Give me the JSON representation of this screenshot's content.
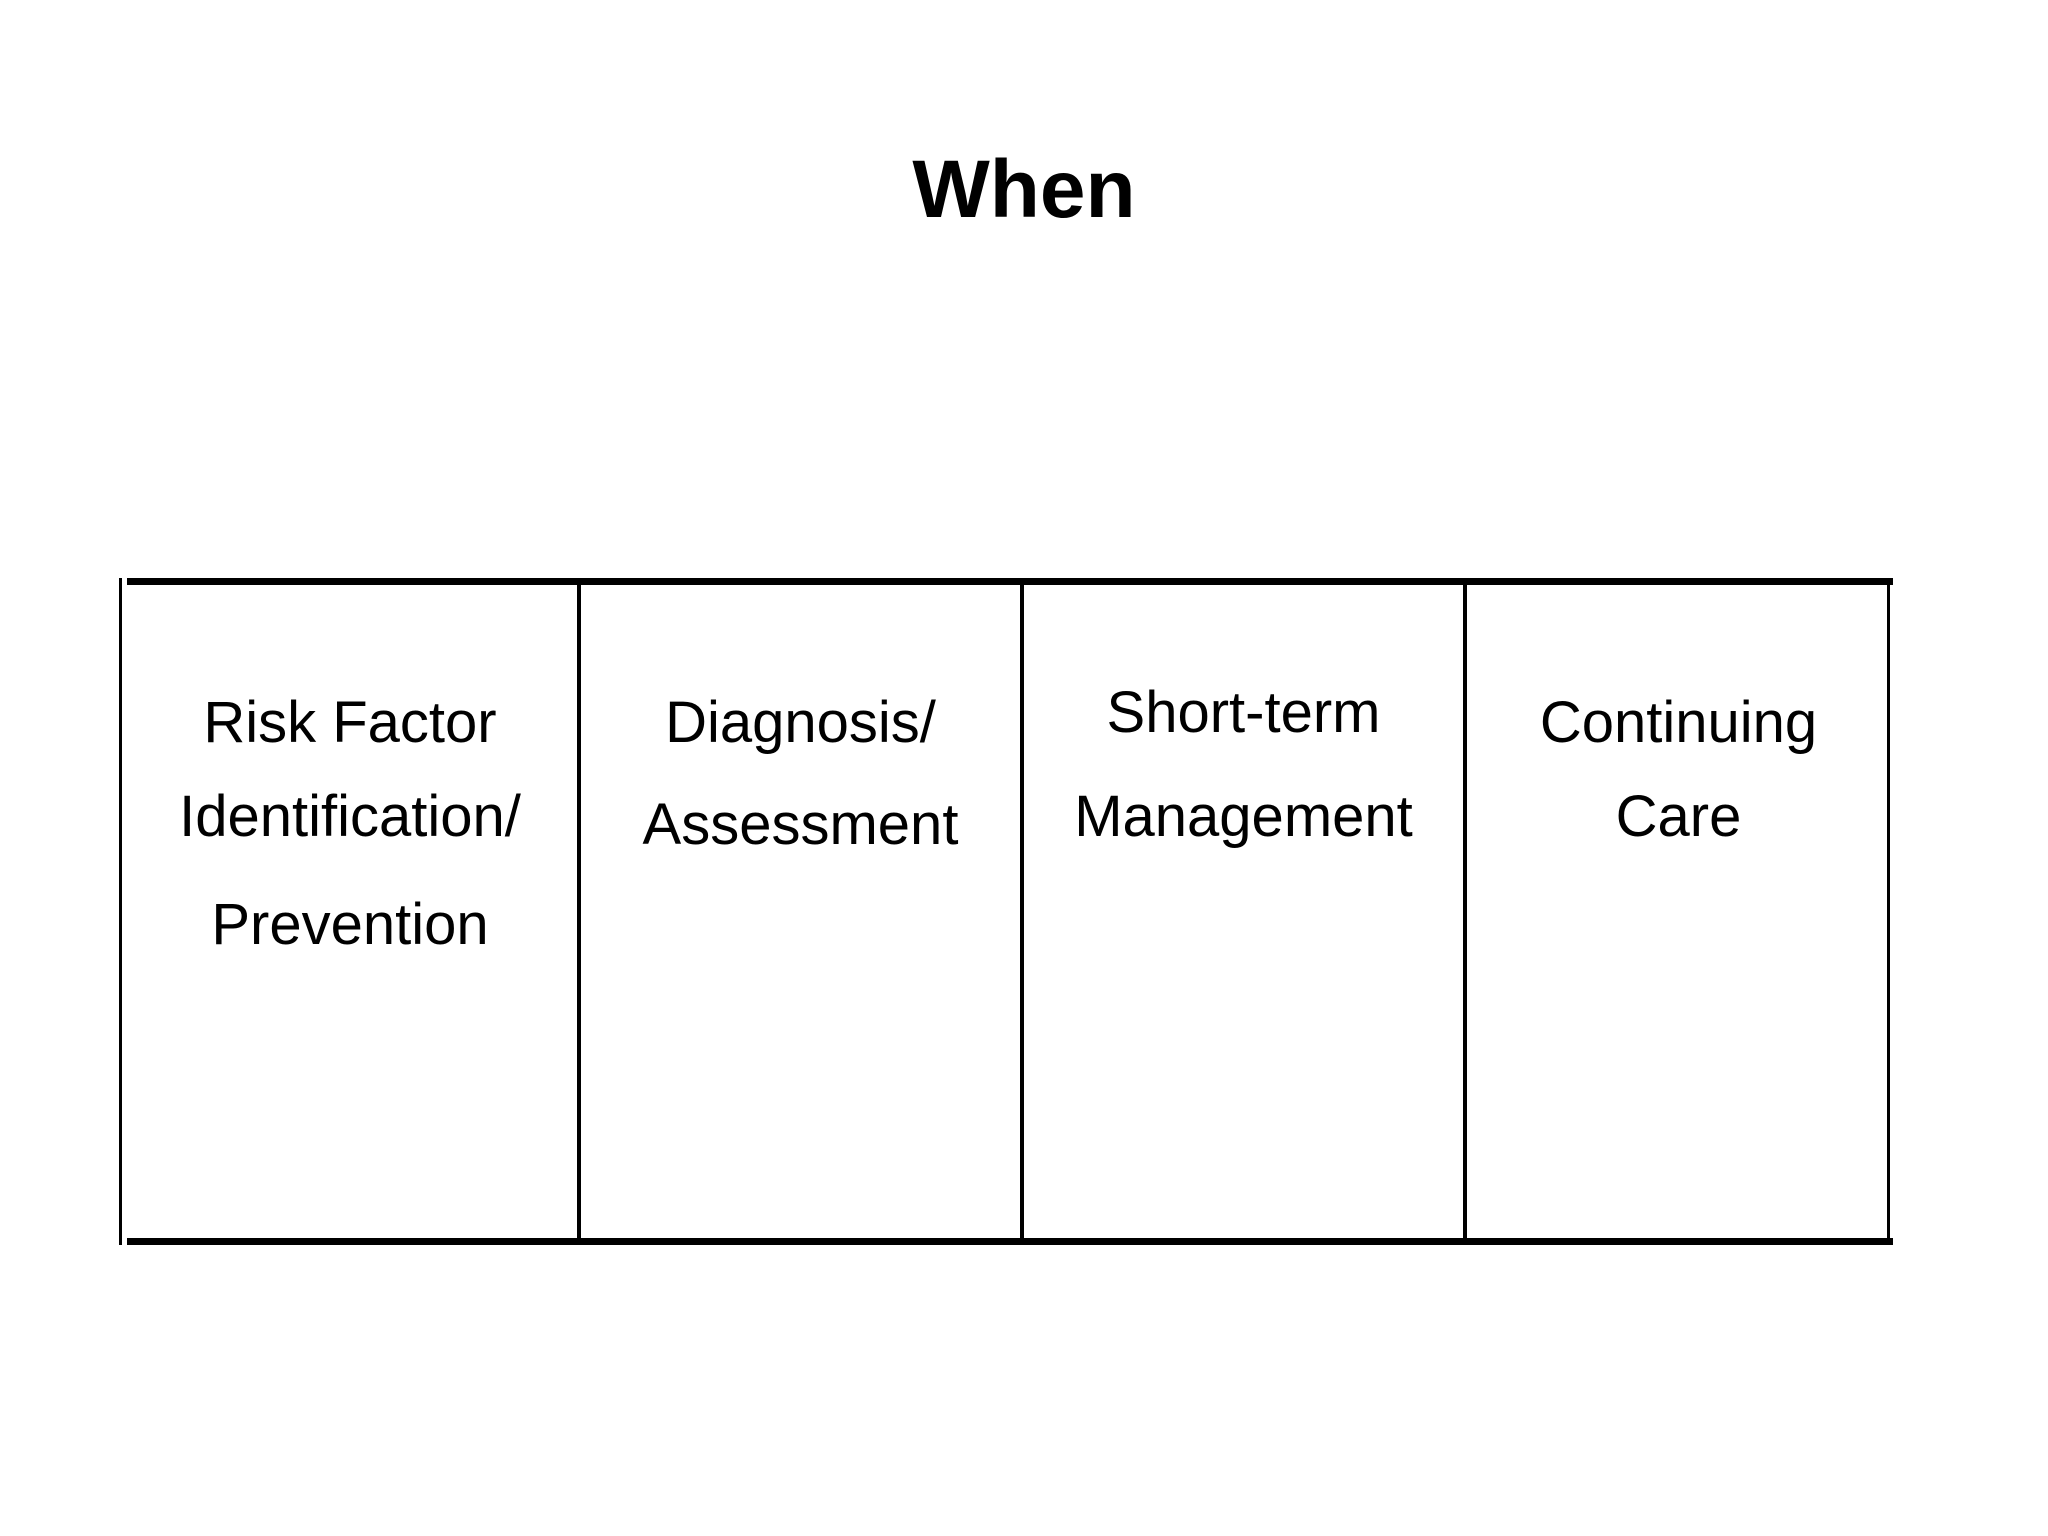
{
  "slide": {
    "title": "When",
    "background_color": "#ffffff",
    "text_color": "#000000",
    "rule_color": "#000000"
  },
  "continuum": {
    "label": "care-continuum-band",
    "column_count": 4,
    "columns": [
      {
        "id": "risk-factor-identification-prevention",
        "lines": [
          "Risk Factor",
          "Identification/",
          "Prevention"
        ]
      },
      {
        "id": "diagnosis-assessment",
        "lines": [
          "Diagnosis/",
          "Assessment",
          ""
        ]
      },
      {
        "id": "short-term-management",
        "lines": [
          "Short-term",
          "Management",
          ""
        ]
      },
      {
        "id": "continuing-care",
        "lines": [
          "Continuing",
          "Care",
          ""
        ]
      }
    ]
  }
}
